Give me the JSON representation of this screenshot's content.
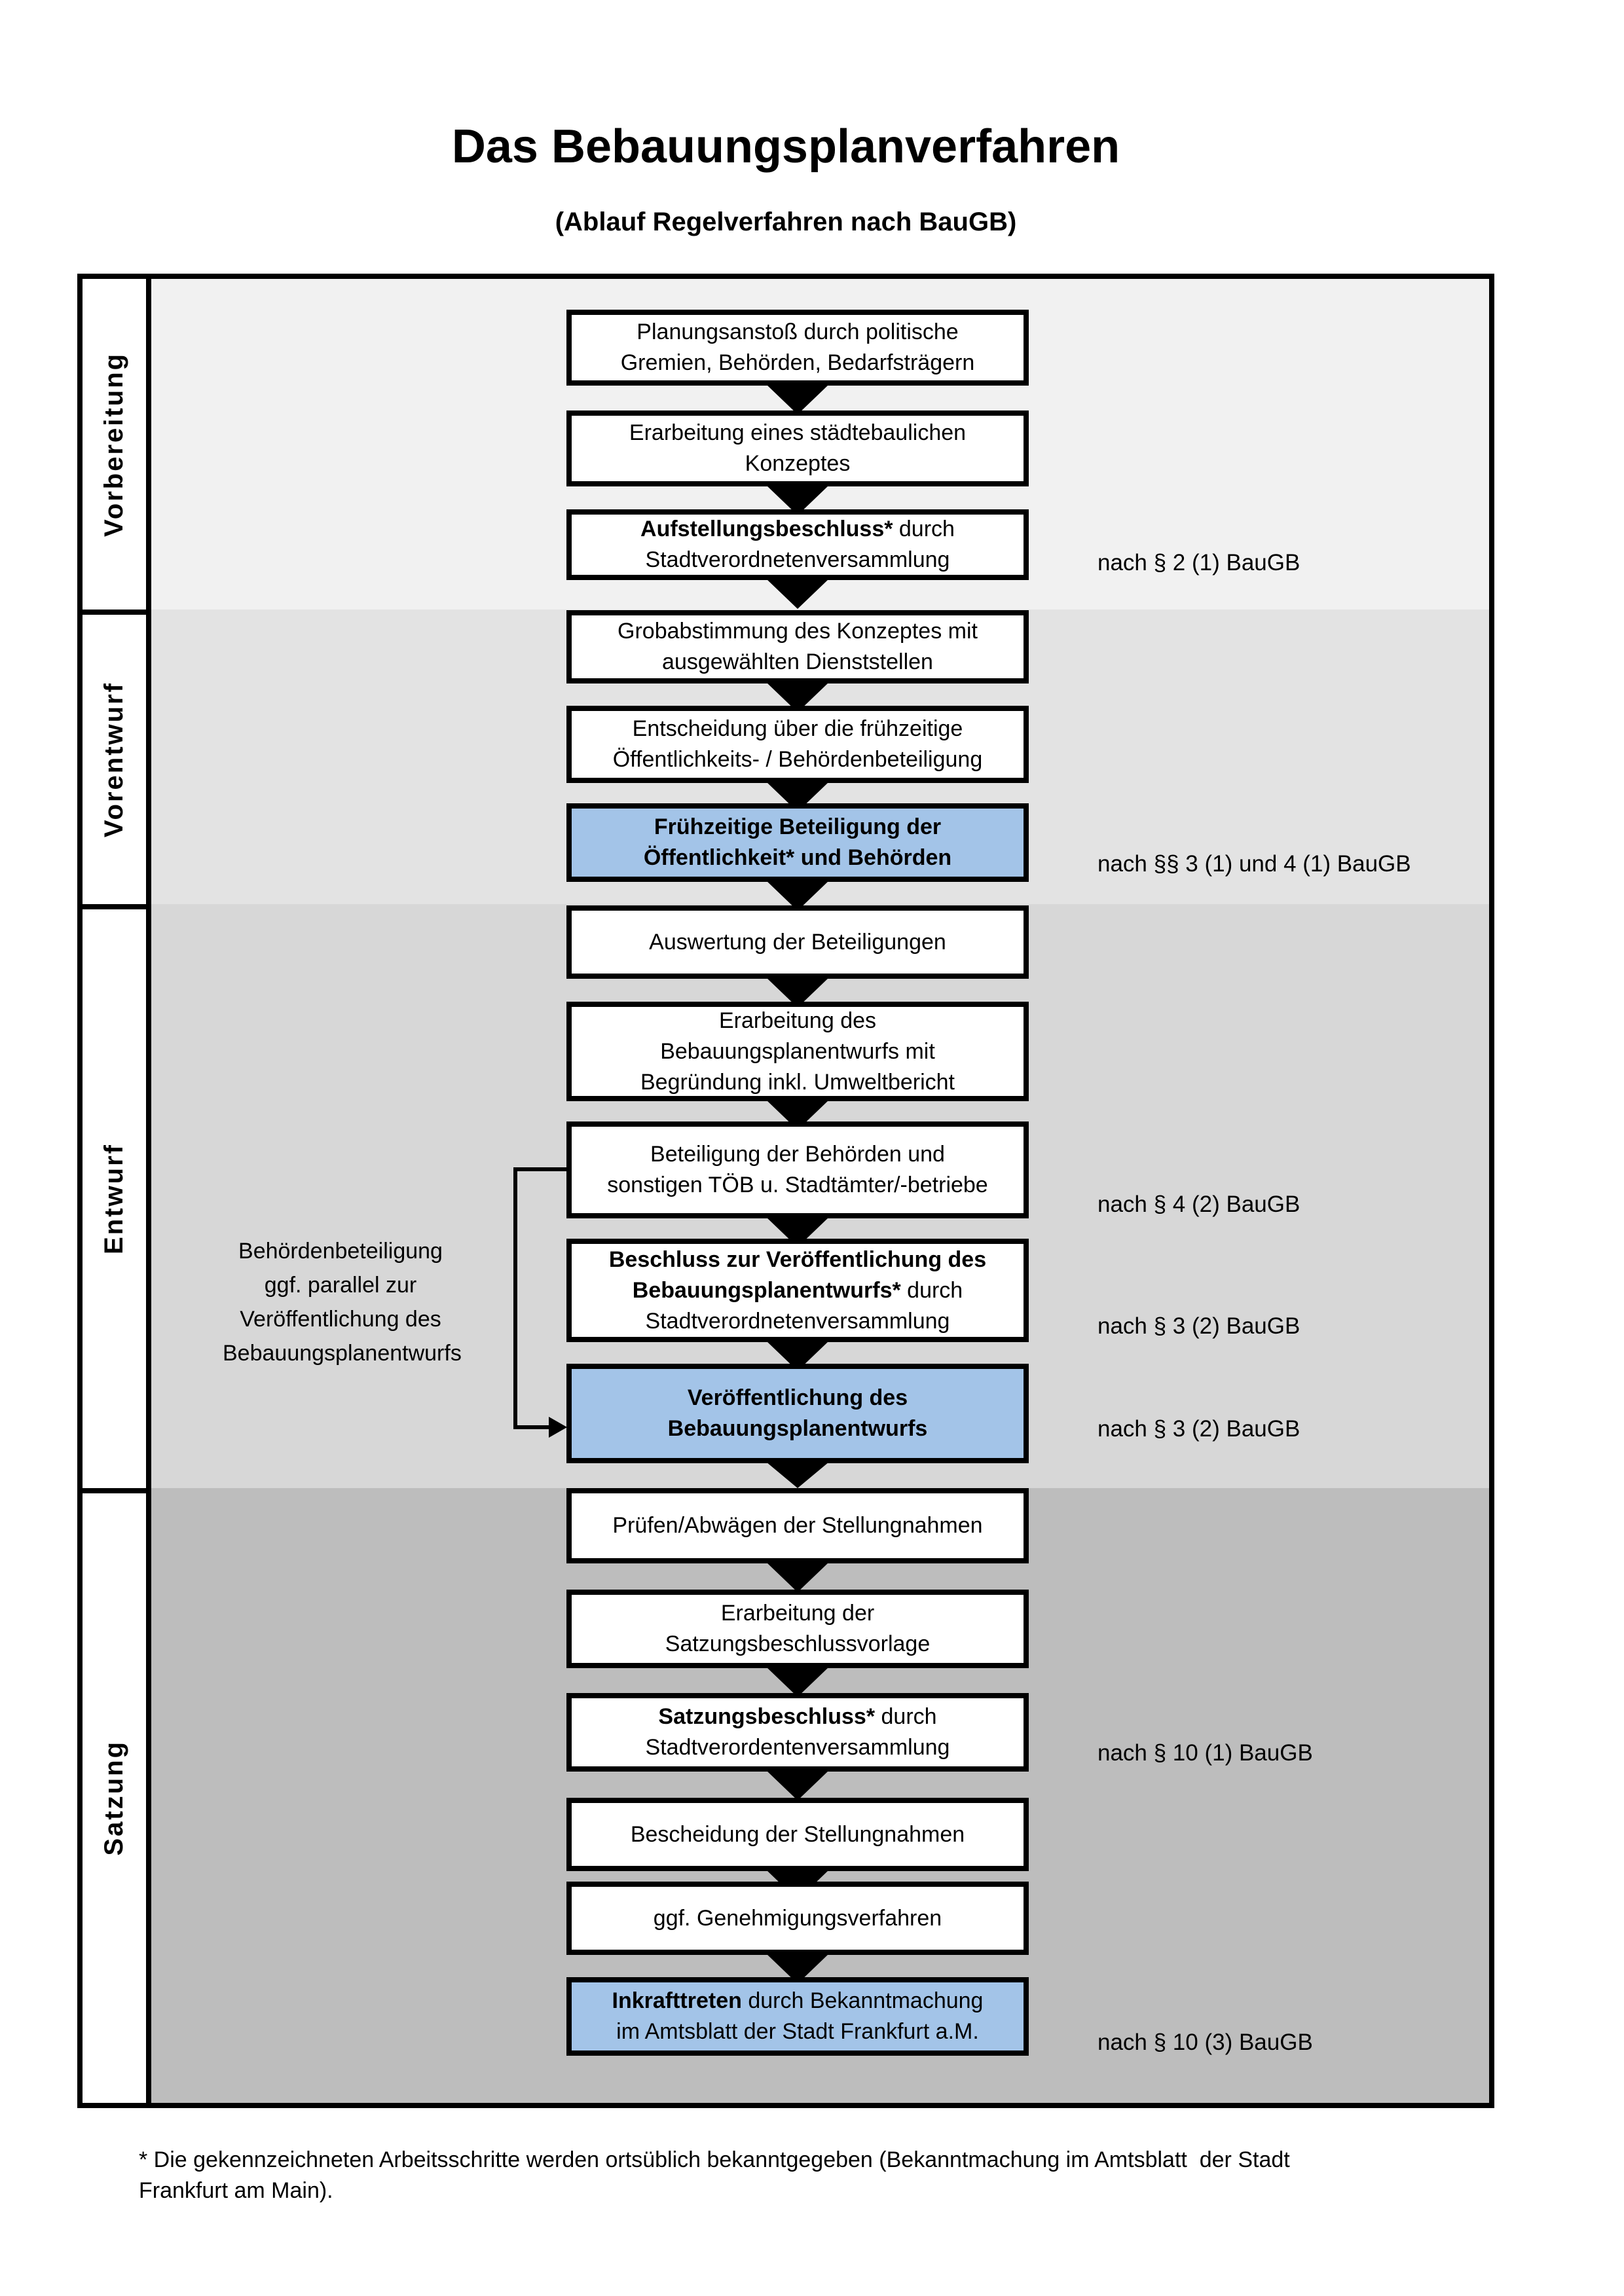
{
  "title": "Das Bebauungsplanverfahren",
  "subtitle": "(Ablauf Regelverfahren nach BauGB)",
  "colors": {
    "highlight_box": "#a3c4e8",
    "box_background": "#ffffff",
    "border": "#000000",
    "section_backgrounds": [
      "#f1f1f1",
      "#e3e3e3",
      "#d7d7d7",
      "#bdbdbd"
    ]
  },
  "sections": [
    {
      "label": "Vorbereitung"
    },
    {
      "label": "Vorentwurf"
    },
    {
      "label": "Entwurf"
    },
    {
      "label": "Satzung"
    }
  ],
  "flow": {
    "boxes": [
      {
        "id": "planungsanstoss",
        "highlighted": false,
        "lines": [
          [
            {
              "t": "Planungsanstoß durch politische",
              "b": false
            }
          ],
          [
            {
              "t": "Gremien, Behörden, Bedarfsträgern",
              "b": false
            }
          ]
        ]
      },
      {
        "id": "staedtebauliches-konzept",
        "highlighted": false,
        "lines": [
          [
            {
              "t": "Erarbeitung eines städtebaulichen",
              "b": false
            }
          ],
          [
            {
              "t": "Konzeptes",
              "b": false
            }
          ]
        ]
      },
      {
        "id": "aufstellungsbeschluss",
        "highlighted": false,
        "lines": [
          [
            {
              "t": "Aufstellungsbeschluss*",
              "b": true
            },
            {
              "t": " durch",
              "b": false
            }
          ],
          [
            {
              "t": "Stadtverordnetenversammlung",
              "b": false
            }
          ]
        ]
      },
      {
        "id": "grobabstimmung",
        "highlighted": false,
        "lines": [
          [
            {
              "t": "Grobabstimmung des Konzeptes mit",
              "b": false
            }
          ],
          [
            {
              "t": "ausgewählten Dienststellen",
              "b": false
            }
          ]
        ]
      },
      {
        "id": "entscheidung-fruehzeitige-beteiligung",
        "highlighted": false,
        "lines": [
          [
            {
              "t": "Entscheidung über die frühzeitige",
              "b": false
            }
          ],
          [
            {
              "t": "Öffentlichkeits- / Behördenbeteiligung",
              "b": false
            }
          ]
        ]
      },
      {
        "id": "fruehzeitige-beteiligung",
        "highlighted": true,
        "lines": [
          [
            {
              "t": "Frühzeitige Beteiligung der",
              "b": true
            }
          ],
          [
            {
              "t": "Öffentlichkeit* und Behörden",
              "b": true
            }
          ]
        ]
      },
      {
        "id": "auswertung-beteiligungen",
        "highlighted": false,
        "lines": [
          [
            {
              "t": "Auswertung der Beteiligungen",
              "b": false
            }
          ]
        ]
      },
      {
        "id": "erarbeitung-bebauungsplanentwurf",
        "highlighted": false,
        "lines": [
          [
            {
              "t": "Erarbeitung des",
              "b": false
            }
          ],
          [
            {
              "t": "Bebauungsplanentwurfs mit",
              "b": false
            }
          ],
          [
            {
              "t": "Begründung inkl. Umweltbericht",
              "b": false
            }
          ]
        ]
      },
      {
        "id": "beteiligung-behoerden-toeb",
        "highlighted": false,
        "lines": [
          [
            {
              "t": "Beteiligung der Behörden und",
              "b": false
            }
          ],
          [
            {
              "t": "sonstigen TÖB u. Stadtämter/-betriebe",
              "b": false
            }
          ]
        ]
      },
      {
        "id": "beschluss-veroeffentlichung",
        "highlighted": false,
        "lines": [
          [
            {
              "t": "Beschluss zur Veröffentlichung des",
              "b": true
            }
          ],
          [
            {
              "t": "Bebauungsplanentwurfs*",
              "b": true
            },
            {
              "t": " durch",
              "b": false
            }
          ],
          [
            {
              "t": "Stadtverordnetenversammlung",
              "b": false
            }
          ]
        ]
      },
      {
        "id": "veroeffentlichung-entwurf",
        "highlighted": true,
        "lines": [
          [
            {
              "t": "Veröffentlichung des",
              "b": true
            }
          ],
          [
            {
              "t": "Bebauungsplanentwurfs",
              "b": true
            }
          ]
        ]
      },
      {
        "id": "pruefen-abwaegen",
        "highlighted": false,
        "lines": [
          [
            {
              "t": "Prüfen/Abwägen der Stellungnahmen",
              "b": false
            }
          ]
        ]
      },
      {
        "id": "satzungsbeschlussvorlage",
        "highlighted": false,
        "lines": [
          [
            {
              "t": "Erarbeitung der",
              "b": false
            }
          ],
          [
            {
              "t": "Satzungsbeschlussvorlage",
              "b": false
            }
          ]
        ]
      },
      {
        "id": "satzungsbeschluss",
        "highlighted": false,
        "lines": [
          [
            {
              "t": "Satzungsbeschluss*",
              "b": true
            },
            {
              "t": " durch",
              "b": false
            }
          ],
          [
            {
              "t": "Stadtverordentenversammlung",
              "b": false
            }
          ]
        ]
      },
      {
        "id": "bescheidung-stellungnahmen",
        "highlighted": false,
        "lines": [
          [
            {
              "t": "Bescheidung der Stellungnahmen",
              "b": false
            }
          ]
        ]
      },
      {
        "id": "genehmigungsverfahren",
        "highlighted": false,
        "lines": [
          [
            {
              "t": "ggf. Genehmigungsverfahren",
              "b": false
            }
          ]
        ]
      },
      {
        "id": "inkrafttreten",
        "highlighted": true,
        "lines": [
          [
            {
              "t": "Inkrafttreten",
              "b": true
            },
            {
              "t": " durch Bekanntmachung",
              "b": false
            }
          ],
          [
            {
              "t": "im Amtsblatt der Stadt Frankfurt a.M.",
              "b": false
            }
          ]
        ]
      }
    ],
    "notes": [
      {
        "text": "nach § 2 (1) BauGB"
      },
      {
        "text": "nach §§ 3 (1) und 4 (1) BauGB"
      },
      {
        "text": "nach § 4 (2) BauGB"
      },
      {
        "text": "nach § 3 (2) BauGB"
      },
      {
        "text": "nach § 3 (2) BauGB"
      },
      {
        "text": "nach § 10 (1) BauGB"
      },
      {
        "text": "nach § 10 (3) BauGB"
      }
    ],
    "annotation": {
      "lines": [
        "Behördenbeteiligung",
        "ggf. parallel zur",
        "Veröffentlichung des",
        "Bebauungsplanentwurfs"
      ]
    }
  },
  "footnote": {
    "lines": [
      "* Die gekennzeichneten Arbeitsschritte werden ortsüblich bekanntgegeben (Bekanntmachung im Amtsblatt  der Stadt",
      "Frankfurt am Main)."
    ]
  }
}
